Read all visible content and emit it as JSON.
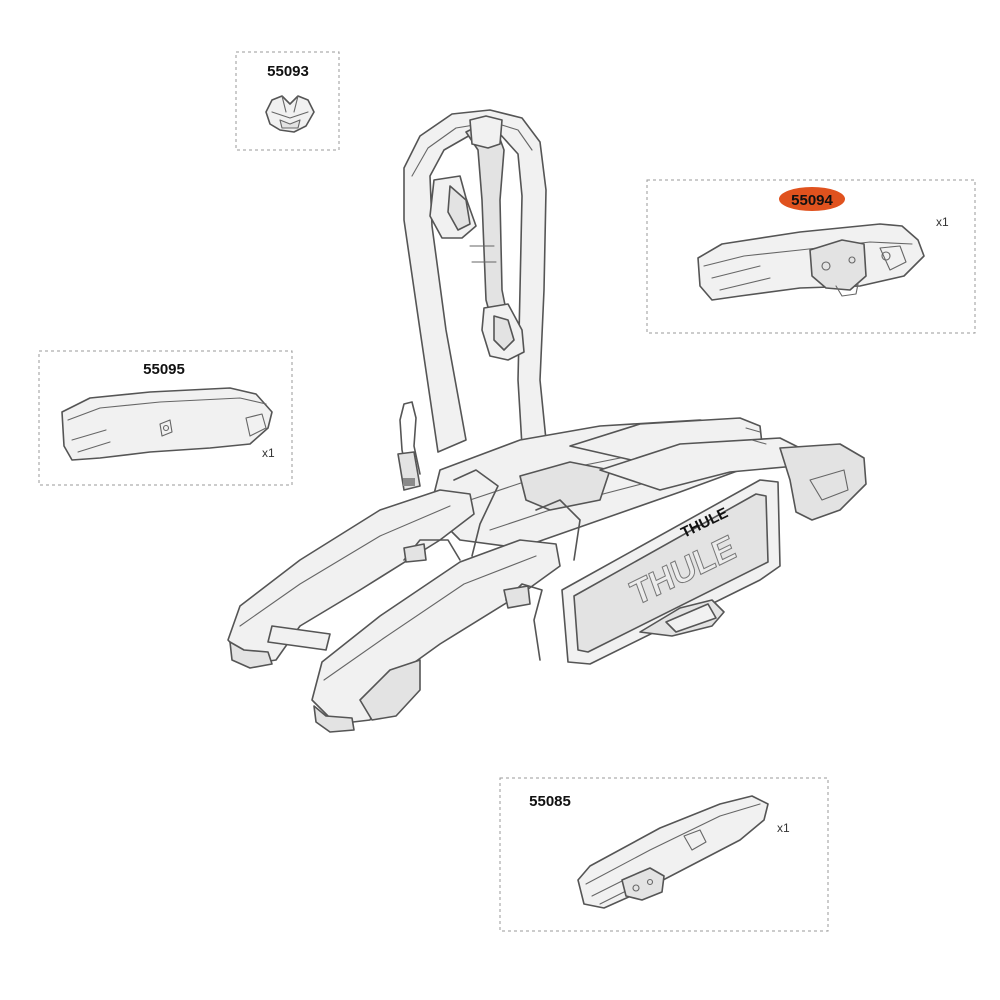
{
  "parts": [
    {
      "id": "55093",
      "number": "55093",
      "quantity": "",
      "highlighted": false
    },
    {
      "id": "55094",
      "number": "55094",
      "quantity": "x1",
      "highlighted": true
    },
    {
      "id": "55095",
      "number": "55095",
      "quantity": "x1",
      "highlighted": false
    },
    {
      "id": "55085",
      "number": "55085",
      "quantity": "x1",
      "highlighted": false
    }
  ],
  "brand": {
    "badge_text": "THULE",
    "plate_text": "THULE"
  },
  "colors": {
    "highlight": "#e0521e",
    "line": "#555555",
    "box": "#9a9a9a"
  }
}
